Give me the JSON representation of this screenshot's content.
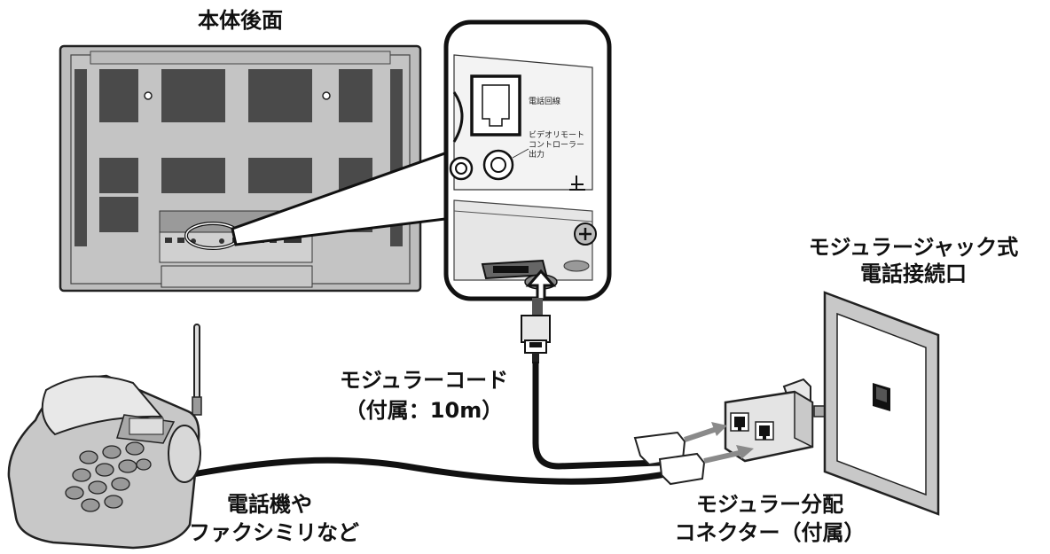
{
  "labels": {
    "rear_view": "本体後面",
    "wall_jack_line1": "モジュラージャック式",
    "wall_jack_line2": "電話接続口",
    "cord_line1": "モジュラーコード",
    "cord_line2": "（付属：10m）",
    "phone_line1": "電話機や",
    "phone_line2": "ファクシミリなど",
    "splitter_line1": "モジュラー分配",
    "splitter_line2": "コネクター（付属）"
  },
  "panel": {
    "phone_line_label": "電話回線",
    "video_remote_line1": "ビデオリモート",
    "video_remote_line2": "コントローラー",
    "video_remote_line3": "出力"
  },
  "colors": {
    "cable": "#111111",
    "tv_body": "#bdbdbd",
    "tv_vent": "#4a4a4a",
    "arrow": "#8a8a8a",
    "wall_plate": "#c8c8c8"
  }
}
